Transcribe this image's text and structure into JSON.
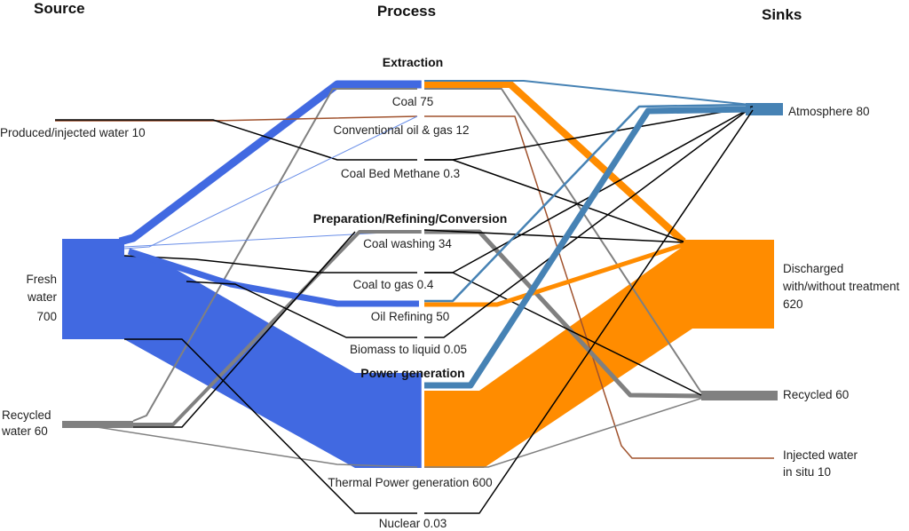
{
  "colors": {
    "fresh": "#4169e1",
    "recycled_src": "#808080",
    "produced": "#000000",
    "produced_brown": "#a0522d",
    "discharged": "#ff8c00",
    "atmosphere": "#4682b4",
    "thin_line": "#111111",
    "light_blue": "#6a8fe8"
  },
  "headers": {
    "source": "Source",
    "process": "Process",
    "sinks": "Sinks"
  },
  "groups": {
    "extraction": "Extraction",
    "preparation": "Preparation/Refining/Conversion",
    "power": "Power generation"
  },
  "sources": {
    "produced": "Produced/injected water 10",
    "fresh_1": "Fresh",
    "fresh_2": "water",
    "fresh_3": "700",
    "recycled_1": "Recycled",
    "recycled_2": "water 60"
  },
  "processes": {
    "coal": "Coal 75",
    "conv_oil_gas": "Conventional oil & gas 12",
    "cbm": "Coal Bed Methane 0.3",
    "coal_washing": "Coal washing 34",
    "coal_to_gas": "Coal to gas 0.4",
    "oil_refining": "Oil Refining 50",
    "biomass": "Biomass to liquid 0.05",
    "thermal": "Thermal Power generation 600",
    "nuclear": "Nuclear 0.03"
  },
  "sinks": {
    "atmosphere": "Atmosphere 80",
    "discharged_1": "Discharged",
    "discharged_2": "with/without treatment",
    "discharged_3": "620",
    "recycled": "Recycled 60",
    "injected_1": "Injected water",
    "injected_2": "in situ 10"
  },
  "chart_data": {
    "type": "sankey",
    "title": "",
    "columns": [
      "Source",
      "Process",
      "Sinks"
    ],
    "nodes": {
      "sources": [
        {
          "name": "Produced/injected water",
          "value": 10
        },
        {
          "name": "Fresh water",
          "value": 700
        },
        {
          "name": "Recycled water",
          "value": 60
        }
      ],
      "processes": [
        {
          "group": "Extraction",
          "name": "Coal",
          "value": 75
        },
        {
          "group": "Extraction",
          "name": "Conventional oil & gas",
          "value": 12
        },
        {
          "group": "Extraction",
          "name": "Coal Bed Methane",
          "value": 0.3
        },
        {
          "group": "Preparation/Refining/Conversion",
          "name": "Coal washing",
          "value": 34
        },
        {
          "group": "Preparation/Refining/Conversion",
          "name": "Coal to gas",
          "value": 0.4
        },
        {
          "group": "Preparation/Refining/Conversion",
          "name": "Oil Refining",
          "value": 50
        },
        {
          "group": "Preparation/Refining/Conversion",
          "name": "Biomass to liquid",
          "value": 0.05
        },
        {
          "group": "Power generation",
          "name": "Thermal Power generation",
          "value": 600
        },
        {
          "group": "Power generation",
          "name": "Nuclear",
          "value": 0.03
        }
      ],
      "sinks": [
        {
          "name": "Atmosphere",
          "value": 80
        },
        {
          "name": "Discharged with/without treatment",
          "value": 620
        },
        {
          "name": "Recycled",
          "value": 60
        },
        {
          "name": "Injected water in situ",
          "value": 10
        }
      ]
    },
    "links_in": [
      {
        "from": "Fresh water",
        "to": "Coal",
        "weight": "medium"
      },
      {
        "from": "Fresh water",
        "to": "Conventional oil & gas",
        "weight": "hairline"
      },
      {
        "from": "Fresh water",
        "to": "Coal washing",
        "weight": "hairline"
      },
      {
        "from": "Fresh water",
        "to": "Coal to gas",
        "weight": "thin"
      },
      {
        "from": "Fresh water",
        "to": "Oil Refining",
        "weight": "medium"
      },
      {
        "from": "Fresh water",
        "to": "Biomass to liquid",
        "weight": "thin"
      },
      {
        "from": "Fresh water",
        "to": "Thermal Power generation",
        "weight": "large"
      },
      {
        "from": "Fresh water",
        "to": "Nuclear",
        "weight": "thin"
      },
      {
        "from": "Produced/injected water",
        "to": "Conventional oil & gas",
        "weight": "thin"
      },
      {
        "from": "Produced/injected water",
        "to": "Coal Bed Methane",
        "weight": "thin"
      },
      {
        "from": "Recycled water",
        "to": "Coal",
        "weight": "thin"
      },
      {
        "from": "Recycled water",
        "to": "Coal washing",
        "weight": "medium"
      },
      {
        "from": "Recycled water",
        "to": "Oil Refining",
        "weight": "thin"
      },
      {
        "from": "Recycled water",
        "to": "Thermal Power generation",
        "weight": "thin"
      }
    ],
    "links_out": [
      {
        "from": "Coal",
        "to": "Atmosphere",
        "weight": "thin"
      },
      {
        "from": "Coal",
        "to": "Discharged with/without treatment",
        "weight": "medium"
      },
      {
        "from": "Coal",
        "to": "Recycled",
        "weight": "thin"
      },
      {
        "from": "Conventional oil & gas",
        "to": "Injected water in situ",
        "weight": "thin"
      },
      {
        "from": "Coal Bed Methane",
        "to": "Atmosphere",
        "weight": "thin"
      },
      {
        "from": "Coal Bed Methane",
        "to": "Discharged with/without treatment",
        "weight": "thin"
      },
      {
        "from": "Coal washing",
        "to": "Discharged with/without treatment",
        "weight": "thin"
      },
      {
        "from": "Coal washing",
        "to": "Recycled",
        "weight": "medium"
      },
      {
        "from": "Coal to gas",
        "to": "Atmosphere",
        "weight": "thin"
      },
      {
        "from": "Coal to gas",
        "to": "Recycled",
        "weight": "thin"
      },
      {
        "from": "Oil Refining",
        "to": "Atmosphere",
        "weight": "thin"
      },
      {
        "from": "Oil Refining",
        "to": "Discharged with/without treatment",
        "weight": "medium"
      },
      {
        "from": "Biomass to liquid",
        "to": "Atmosphere",
        "weight": "thin"
      },
      {
        "from": "Thermal Power generation",
        "to": "Atmosphere",
        "weight": "medium"
      },
      {
        "from": "Thermal Power generation",
        "to": "Discharged with/without treatment",
        "weight": "large"
      },
      {
        "from": "Thermal Power generation",
        "to": "Recycled",
        "weight": "thin"
      },
      {
        "from": "Nuclear",
        "to": "Atmosphere",
        "weight": "thin"
      }
    ]
  }
}
